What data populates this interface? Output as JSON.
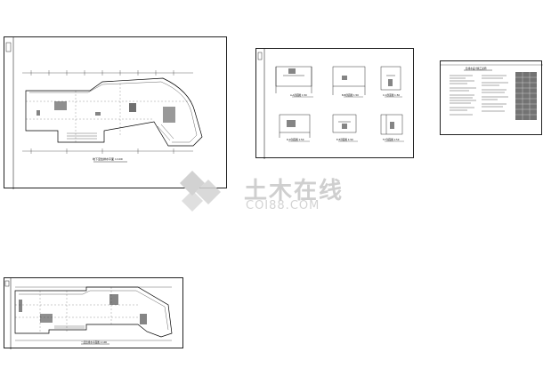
{
  "watermark": {
    "title": "土木在线",
    "subtitle": "COI88.COM"
  },
  "sheets": {
    "floor_plan_top": {
      "caption": "地下室给排水平面  1:100"
    },
    "details": {
      "captions": [
        "A-A剖面图  1:50",
        "B-B剖面图  1:50",
        "C-C剖面图  1:50",
        "D-D剖面图  1:50",
        "E-E剖面图  1:50",
        "F-F剖面图  1:50"
      ]
    },
    "notes": {
      "title": "给排水设计施工说明"
    },
    "floor_plan_bottom": {
      "caption": "一层给排水平面图  1:100"
    }
  }
}
